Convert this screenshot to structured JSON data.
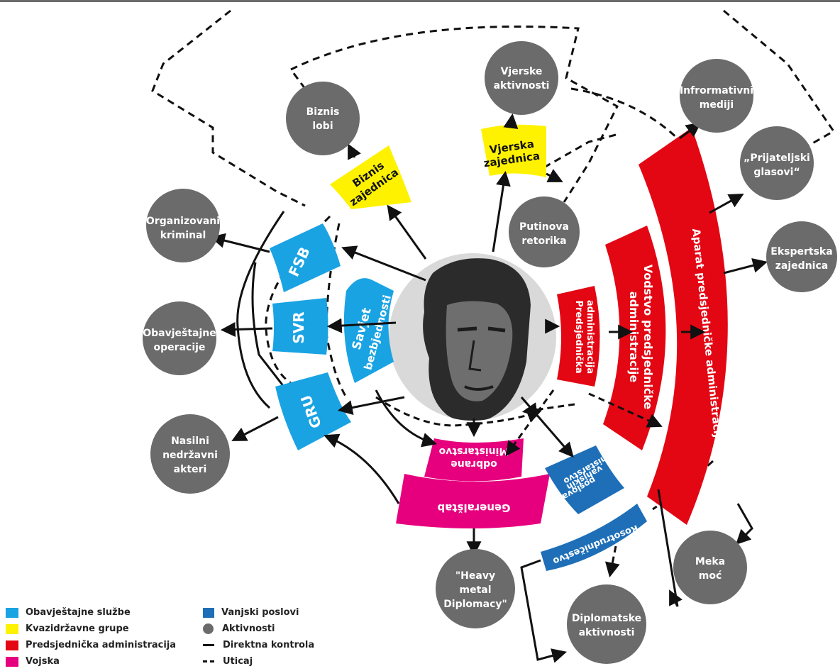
{
  "colors": {
    "intel": "#1aa3e3",
    "quasi": "#fff200",
    "admin": "#e30613",
    "army": "#e6007e",
    "foreign": "#1e6fb8",
    "activity": "#6b6b6b",
    "portrait_bg": "#d9d9d9"
  },
  "center": {
    "portrait": "portrait-of-putin"
  },
  "bands": {
    "fsb": "FSB",
    "svr": "SVR",
    "gru": "GRU",
    "savjet_1": "Savjet",
    "savjet_2": "bezbjednosti",
    "biznis_1": "Biznis",
    "biznis_2": "zajednica",
    "vjerska_1": "Vjerska",
    "vjerska_2": "zajednica",
    "pred_1": "Predsjednička",
    "pred_2": "administracija",
    "vodstvo_1": "Vodstvo predsjedničke",
    "vodstvo_2": "administracije",
    "aparat": "Aparat predsjedničke administracije",
    "ministarstvo_odbrane_1": "Ministarstvo",
    "ministarstvo_odbrane_2": "odbrane",
    "generalstab": "Generalštab",
    "mvp_1": "Ministarstvo",
    "mvp_2": "vanjskih",
    "mvp_3": "poslova",
    "rosotrud": "Rosotrudničestvo"
  },
  "activities": {
    "biznis_lobi": [
      "Biznis",
      "lobi"
    ],
    "vjerske": [
      "Vjerske",
      "aktivnosti"
    ],
    "infromativni": [
      "Infrormativni",
      "mediji"
    ],
    "prijateljski": [
      "„Prijateljski",
      "glasovi“"
    ],
    "ekspertska": [
      "Ekspertska",
      "zajednica"
    ],
    "putinova": [
      "Putinova",
      "retorika"
    ],
    "organizovani": [
      "Organizovani",
      "kriminal"
    ],
    "obavjestajne": [
      "Obavještajne",
      "operacije"
    ],
    "nasilni": [
      "Nasilni",
      "nedržavni",
      "akteri"
    ],
    "heavy": [
      "\"Heavy",
      "metal",
      "Diplomacy\""
    ],
    "meka": [
      "Meka",
      "moć"
    ],
    "diplomatske": [
      "Diplomatske",
      "aktivnosti"
    ]
  },
  "legend": {
    "col1": [
      {
        "label": "Obavještajne službe",
        "color": "#1aa3e3"
      },
      {
        "label": "Kvazidržavne grupe",
        "color": "#fff200"
      },
      {
        "label": "Predsjednička administracija",
        "color": "#e30613"
      },
      {
        "label": "Vojska",
        "color": "#e6007e"
      }
    ],
    "col2": [
      {
        "label": "Vanjski poslovi",
        "icon": "square",
        "color": "#1e6fb8"
      },
      {
        "label": "Aktivnosti",
        "icon": "circle"
      },
      {
        "label": "Direktna kontrola",
        "icon": "solid-line"
      },
      {
        "label": "Uticaj",
        "icon": "dashed-line"
      }
    ]
  }
}
